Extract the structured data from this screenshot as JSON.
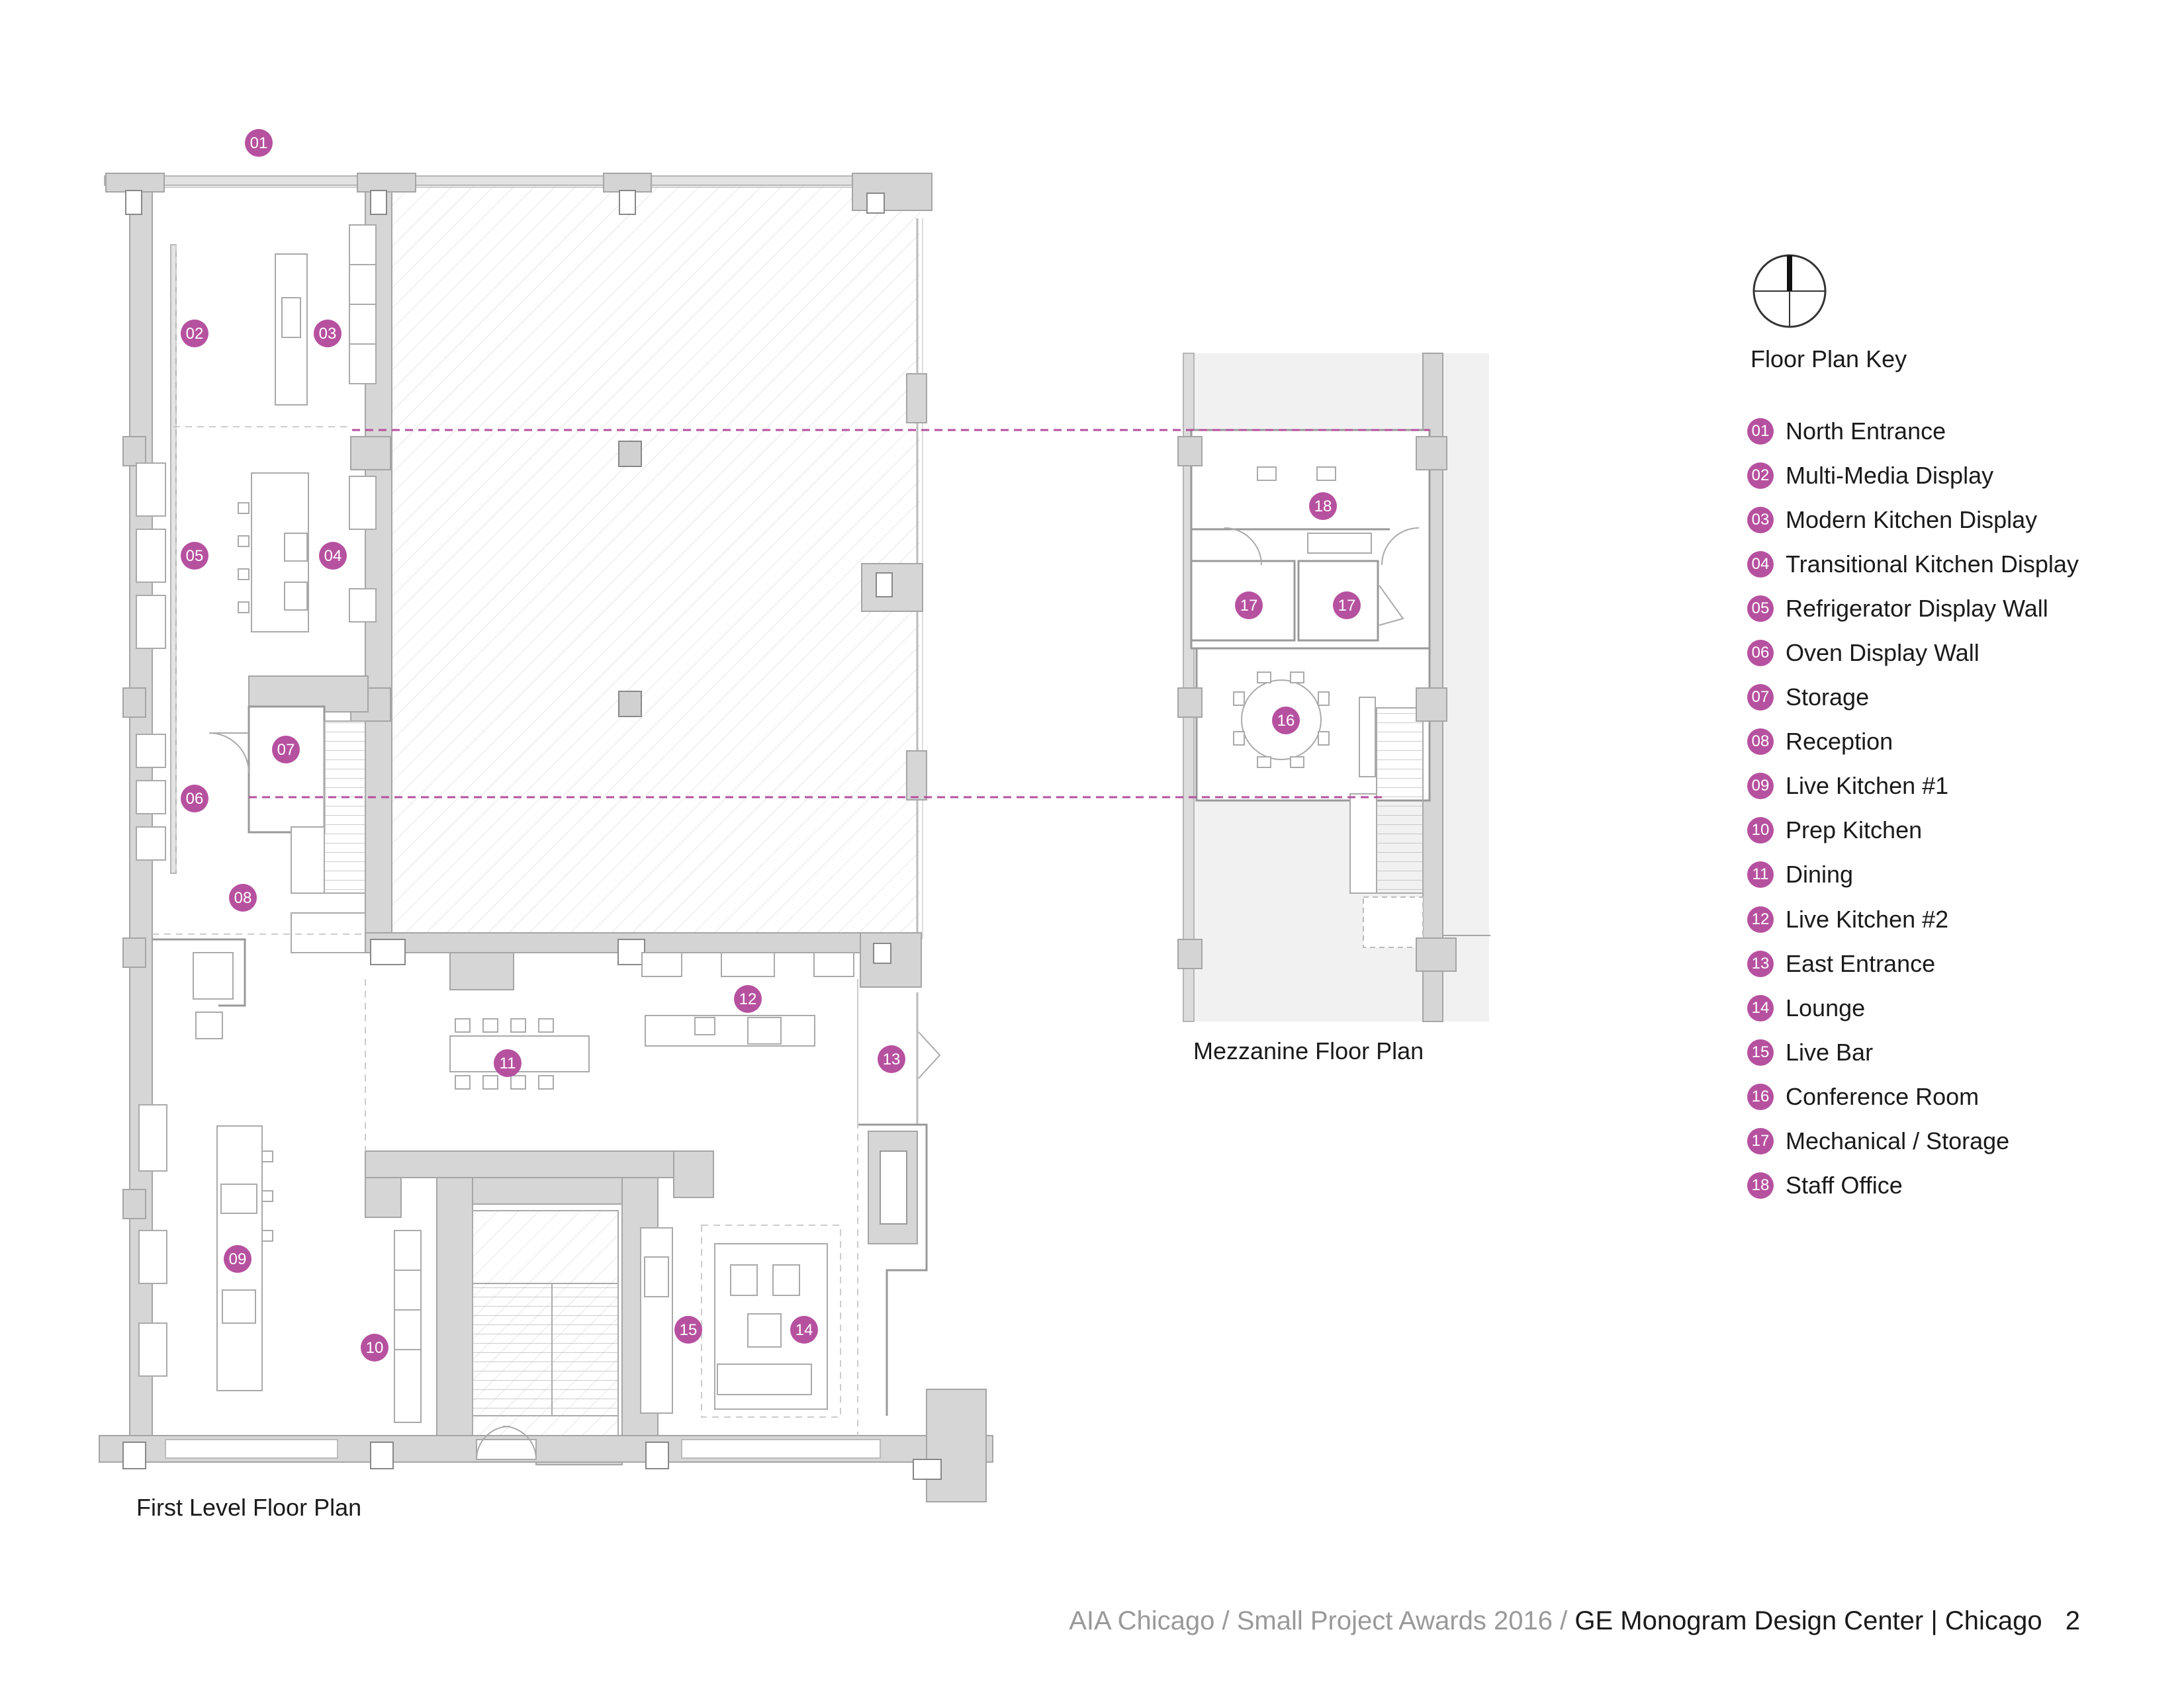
{
  "key": {
    "title": "Floor Plan Key",
    "items": [
      {
        "num": "01",
        "label": "North Entrance"
      },
      {
        "num": "02",
        "label": "Multi-Media Display"
      },
      {
        "num": "03",
        "label": "Modern Kitchen Display"
      },
      {
        "num": "04",
        "label": "Transitional Kitchen Display"
      },
      {
        "num": "05",
        "label": "Refrigerator Display Wall"
      },
      {
        "num": "06",
        "label": "Oven Display Wall"
      },
      {
        "num": "07",
        "label": "Storage"
      },
      {
        "num": "08",
        "label": "Reception"
      },
      {
        "num": "09",
        "label": "Live Kitchen #1"
      },
      {
        "num": "10",
        "label": "Prep Kitchen"
      },
      {
        "num": "11",
        "label": "Dining"
      },
      {
        "num": "12",
        "label": "Live Kitchen #2"
      },
      {
        "num": "13",
        "label": "East Entrance"
      },
      {
        "num": "14",
        "label": "Lounge"
      },
      {
        "num": "15",
        "label": "Live Bar"
      },
      {
        "num": "16",
        "label": "Conference Room"
      },
      {
        "num": "17",
        "label": "Mechanical / Storage"
      },
      {
        "num": "18",
        "label": "Staff Office"
      }
    ]
  },
  "plans": {
    "first_level_title": "First Level Floor Plan",
    "mezzanine_title": "Mezzanine Floor Plan"
  },
  "markers": {
    "m01": "01",
    "m02": "02",
    "m03": "03",
    "m04": "04",
    "m05": "05",
    "m06": "06",
    "m07": "07",
    "m08": "08",
    "m09": "09",
    "m10": "10",
    "m11": "11",
    "m12": "12",
    "m13": "13",
    "m14": "14",
    "m15": "15",
    "m16": "16",
    "m17a": "17",
    "m17b": "17",
    "m18": "18"
  },
  "footer": {
    "org": "AIA Chicago / Small Project Awards 2016 /",
    "project": "GE Monogram Design Center | Chicago",
    "page": "2"
  },
  "colors": {
    "accent": "#b6519f",
    "wall": "#d4d4d4",
    "wall_stroke": "#9a9a9a",
    "line": "#bdbdbd"
  }
}
